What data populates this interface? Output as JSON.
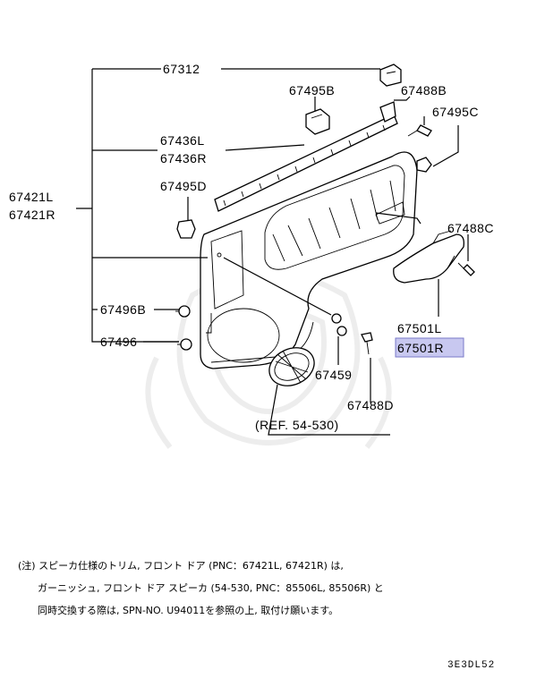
{
  "labels": {
    "p67312": "67312",
    "p67495B": "67495B",
    "p67488B": "67488B",
    "p67495C": "67495C",
    "p67436L": "67436L",
    "p67436R": "67436R",
    "p67495D": "67495D",
    "p67421L": "67421L",
    "p67421R": "67421R",
    "p67488C": "67488C",
    "p67496B": "67496B",
    "p67496": "67496",
    "p67501L": "67501L",
    "p67501R": "67501R",
    "p67459": "67459",
    "p67488D": "67488D",
    "ref": "(REF. 54-530)"
  },
  "highlight_color": "#c8c8f0",
  "note": {
    "line1": "(注) スピーカ仕様のトリム, フロント ドア (PNC：67421L, 67421R) は,",
    "line2": "ガーニッシュ, フロント ドア スピーカ (54-530, PNC：85506L, 85506R) と",
    "line3": "同時交換する際は, SPN-NO. U94011を参照の上, 取付け願います。"
  },
  "drawing_code": "3E3DL52"
}
